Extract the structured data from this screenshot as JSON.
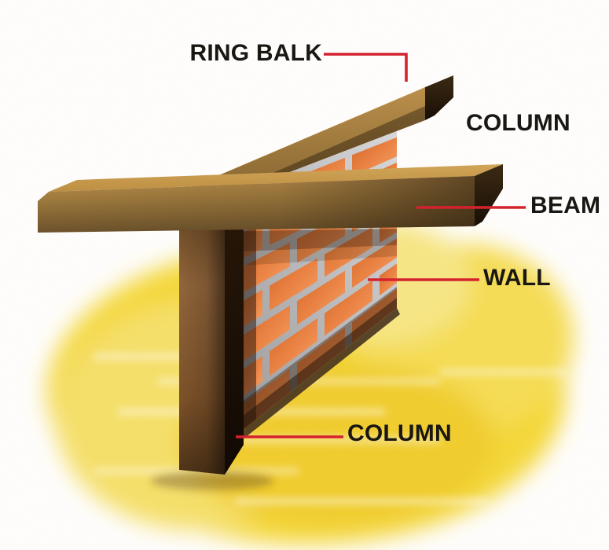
{
  "figure": {
    "kind": "building-structure-diagram",
    "labels": {
      "ring_balk": "RING BALK",
      "column_top": "COLUMN",
      "beam": "BEAM",
      "wall": "WALL",
      "column_bottom": "COLUMN"
    },
    "colors": {
      "label_text": "#1a1713",
      "leader_line": "#d5202c",
      "wood_top_face": "#c79a48",
      "wood_front_face": "#a57c3a",
      "wood_end_face": "#241507",
      "column_front": "#8a5e33",
      "column_side": "#1a0f06",
      "brick_orange": "#ef8a4c",
      "mortar_gray": "#c6c5c7",
      "ground_yellow": "#f4d63c",
      "background": "#ffffff"
    }
  }
}
